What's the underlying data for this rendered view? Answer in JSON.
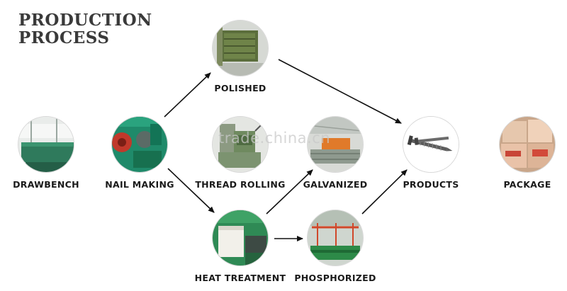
{
  "title": {
    "line1": "PRODUCTION",
    "line2": "PROCESS"
  },
  "steps": [
    {
      "label": "DRAWBENCH",
      "image": "drawbench-machine"
    },
    {
      "label": "NAIL MAKING",
      "image": "nail-making-machine"
    },
    {
      "label": "POLISHED",
      "image": "polishing-drum"
    },
    {
      "label": "THREAD ROLLING",
      "image": "thread-rolling-machine"
    },
    {
      "label": "GALVANIZED",
      "image": "galvanizing-line"
    },
    {
      "label": "HEAT TREATMENT",
      "image": "heat-treatment-furnace"
    },
    {
      "label": "PHOSPHORIZED",
      "image": "phosphorizing-line"
    },
    {
      "label": "PRODUCTS",
      "image": "screws"
    },
    {
      "label": "PACKAGE",
      "image": "packed-cartons"
    }
  ],
  "watermark": "trade.china.cn",
  "colors": {
    "arrow": "#111111",
    "title": "#3a3a3a",
    "ring": "#d8d8d8"
  }
}
